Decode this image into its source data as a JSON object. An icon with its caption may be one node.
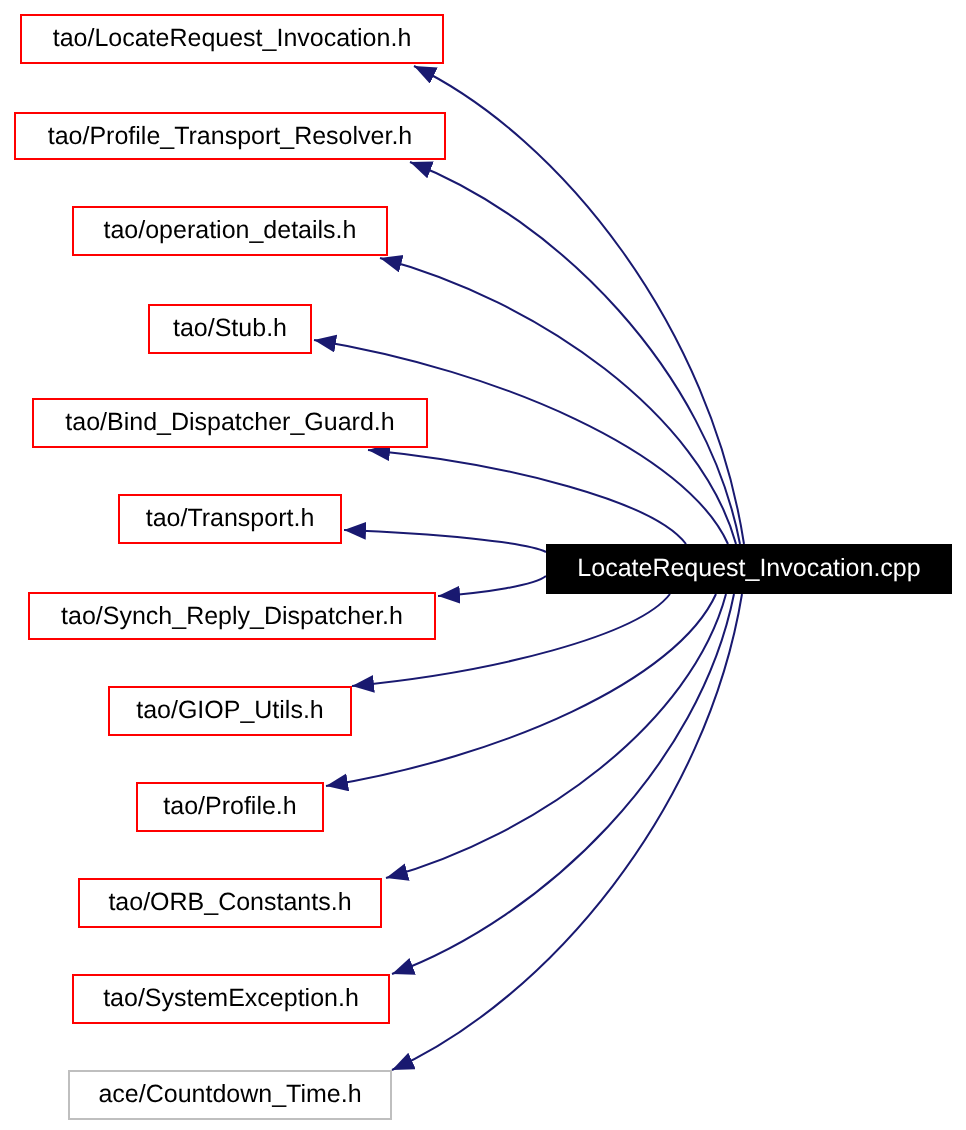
{
  "diagram": {
    "nodes": [
      {
        "text": [
          "LocateRequest_Invocation.cpp"
        ]
      },
      {
        "text": [
          "tao/LocateRequest_Invocation.h"
        ]
      },
      {
        "text": [
          "tao/Profile_Transport_Resolver.h"
        ]
      },
      {
        "text": [
          "tao/operation_details.h"
        ]
      },
      {
        "text": [
          "tao/Stub.h"
        ]
      },
      {
        "text": [
          "tao/Bind_Dispatcher_Guard.h"
        ]
      },
      {
        "text": [
          "tao/Transport.h"
        ]
      },
      {
        "text": [
          "tao/Synch_Reply_Dispatcher.h"
        ]
      },
      {
        "text": [
          "tao/GIOP_Utils.h"
        ]
      },
      {
        "text": [
          "tao/Profile.h"
        ]
      },
      {
        "text": [
          "tao/ORB_Constants.h"
        ]
      },
      {
        "text": [
          "tao/SystemException.h"
        ]
      },
      {
        "text": [
          "ace/Countdown_Time.h"
        ]
      }
    ],
    "edges": [
      {
        "from": 0,
        "to": 1,
        "arrow": "to"
      },
      {
        "from": 0,
        "to": 2,
        "arrow": "to"
      },
      {
        "from": 0,
        "to": 3,
        "arrow": "to"
      },
      {
        "from": 0,
        "to": 4,
        "arrow": "to"
      },
      {
        "from": 0,
        "to": 5,
        "arrow": "to"
      },
      {
        "from": 0,
        "to": 6,
        "arrow": "to"
      },
      {
        "from": 0,
        "to": 7,
        "arrow": "to"
      },
      {
        "from": 0,
        "to": 8,
        "arrow": "to"
      },
      {
        "from": 0,
        "to": 9,
        "arrow": "to"
      },
      {
        "from": 0,
        "to": 10,
        "arrow": "to"
      },
      {
        "from": 0,
        "to": 11,
        "arrow": "to"
      },
      {
        "from": 0,
        "to": 12,
        "arrow": "to"
      }
    ]
  }
}
